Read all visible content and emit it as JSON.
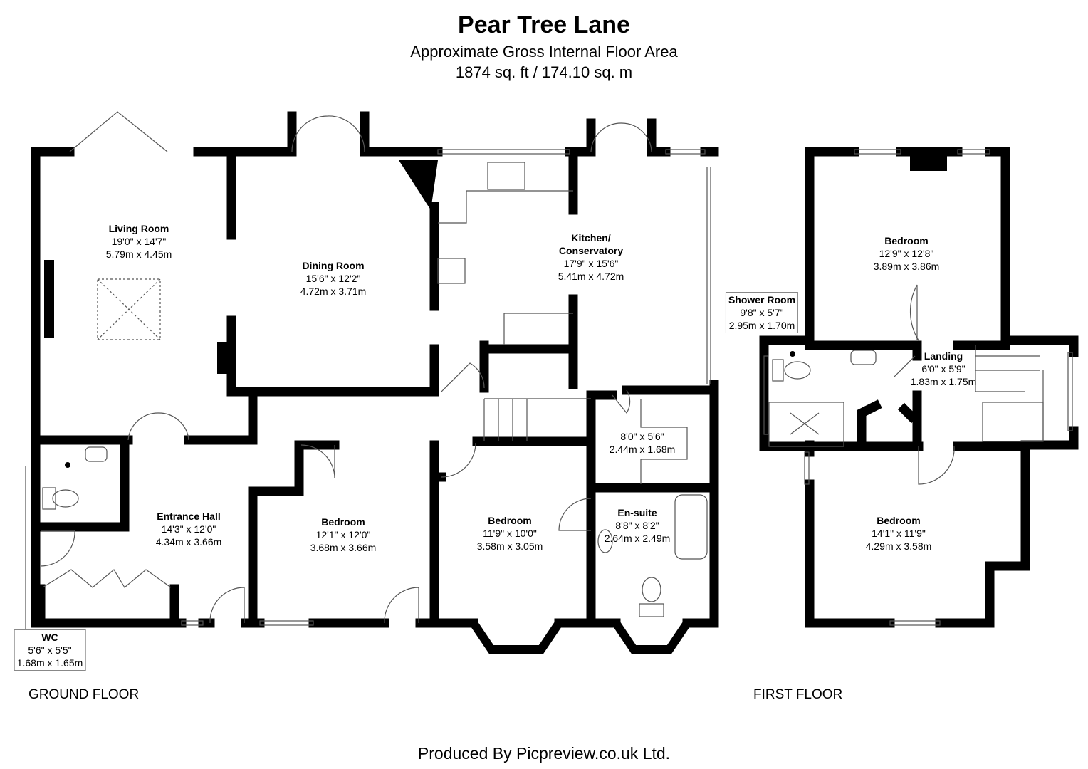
{
  "header": {
    "title": "Pear Tree Lane",
    "subtitle": "Approximate Gross Internal Floor Area",
    "area": "1874 sq. ft / 174.10 sq. m"
  },
  "rooms": [
    {
      "name": "Living Room",
      "imperial": "19'0\" x 14'7\"",
      "metric": "5.79m x 4.45m"
    },
    {
      "name": "Dining Room",
      "imperial": "15'6\" x 12'2\"",
      "metric": "4.72m x 3.71m"
    },
    {
      "name": "Kitchen/ Conservatory",
      "imperial": "17'9\" x 15'6\"",
      "metric": "5.41m x 4.72m"
    },
    {
      "name": "Entrance Hall",
      "imperial": "14'3\" x 12'0\"",
      "metric": "4.34m x 3.66m"
    },
    {
      "name": "Bedroom",
      "imperial": "12'1\" x 12'0\"",
      "metric": "3.68m x 3.66m"
    },
    {
      "name": "Bedroom",
      "imperial": "11'9\" x 10'0\"",
      "metric": "3.58m x 3.05m"
    },
    {
      "name": "En-suite",
      "imperial": "8'8\" x 8'2\"",
      "metric": "2.64m x 2.49m"
    },
    {
      "name": "",
      "imperial": "8'0\" x 5'6\"",
      "metric": "2.44m x 1.68m"
    },
    {
      "name": "WC",
      "imperial": "5'6\" x 5'5\"",
      "metric": "1.68m x 1.65m"
    },
    {
      "name": "Bedroom",
      "imperial": "12'9\" x 12'8\"",
      "metric": "3.89m x 3.86m"
    },
    {
      "name": "Shower Room",
      "imperial": "9'8\" x 5'7\"",
      "metric": "2.95m x 1.70m"
    },
    {
      "name": "Landing",
      "imperial": "6'0\" x 5'9\"",
      "metric": "1.83m x 1.75m"
    },
    {
      "name": "Bedroom",
      "imperial": "14'1\" x 11'9\"",
      "metric": "4.29m x 3.58m"
    }
  ],
  "floors": {
    "ground": "GROUND FLOOR",
    "first": "FIRST FLOOR"
  },
  "footer": {
    "credit": "Produced By Picpreview.co.uk Ltd."
  }
}
